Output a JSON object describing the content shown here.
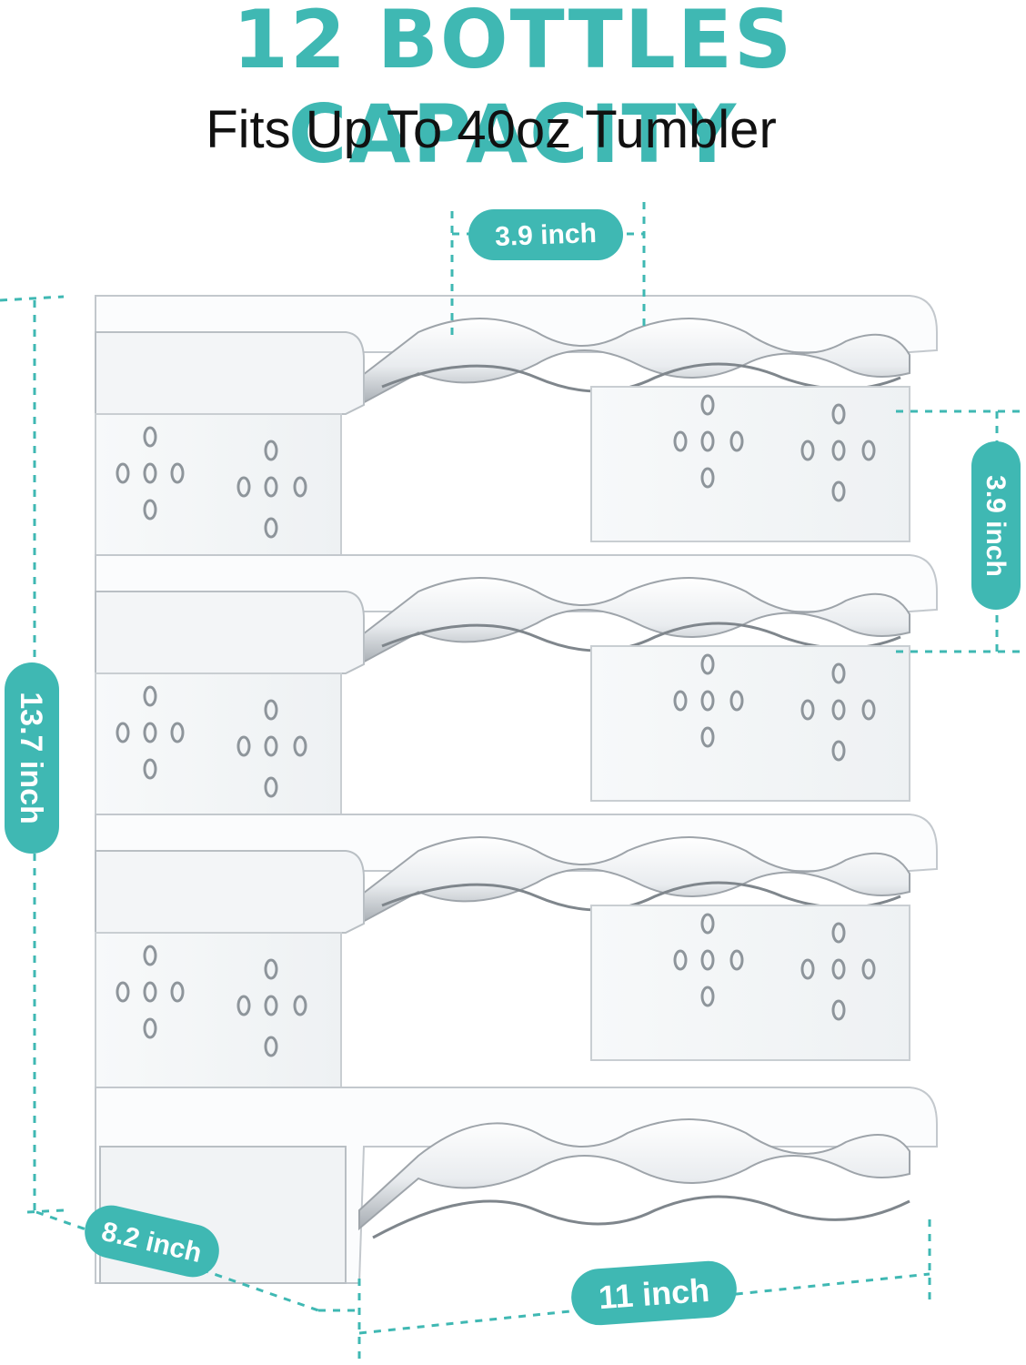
{
  "heading": "12 BOTTLES CAPACITY",
  "subheading": "Fits Up To 40oz Tumbler",
  "dimensions": {
    "top_width": "3.9 inch",
    "tier_height": "3.9 inch",
    "total_height": "13.7 inch",
    "depth": "8.2 inch",
    "width": "11 inch"
  },
  "colors": {
    "accent": "#3fb8b3",
    "text": "#111111",
    "acrylic_edge": "#b8bec4"
  }
}
